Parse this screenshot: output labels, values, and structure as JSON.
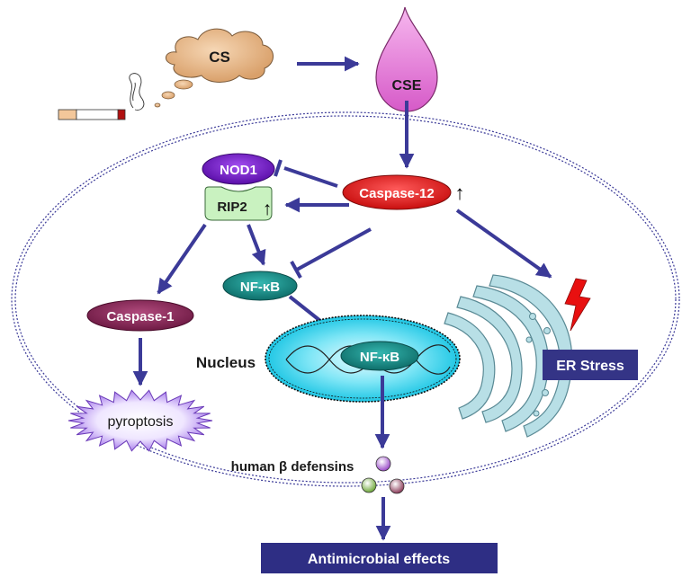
{
  "nodes": {
    "cs": "CS",
    "cse": "CSE",
    "nod1": "NOD1",
    "rip2": "RIP2",
    "caspase12": "Caspase-12",
    "nfkb_cytoplasm": "NF-κB",
    "caspase1": "Caspase-1",
    "nucleus": "Nucleus",
    "nfkb_nucleus": "NF-κB",
    "er_stress": "ER Stress",
    "pyroptosis": "pyroptosis",
    "defensins": "human β defensins",
    "antimicrobial": "Antimicrobial effects"
  },
  "up_arrow_glyph": "↑",
  "colors": {
    "arrow": "#3b3a98",
    "cell_border": "#3b3a98",
    "cloud": "#e8b98a",
    "cse_drop": "#e87ad8",
    "nod1": "#7b1fd0",
    "rip2": "#c9f2c0",
    "caspase12": "#e81f1f",
    "nfkb": "#1a8f8a",
    "caspase1": "#8e2458",
    "nucleus": "#4fd8ec",
    "er_stress": "#343486",
    "er_membrane": "#b8dfe6",
    "pyroptosis": "#b38cf0",
    "lightning": "#e81010",
    "antimicrobial_bar": "#2e2e84",
    "defensin_purple": "#b06ad8",
    "defensin_green": "#8cc050",
    "defensin_mauve": "#a0506a"
  }
}
